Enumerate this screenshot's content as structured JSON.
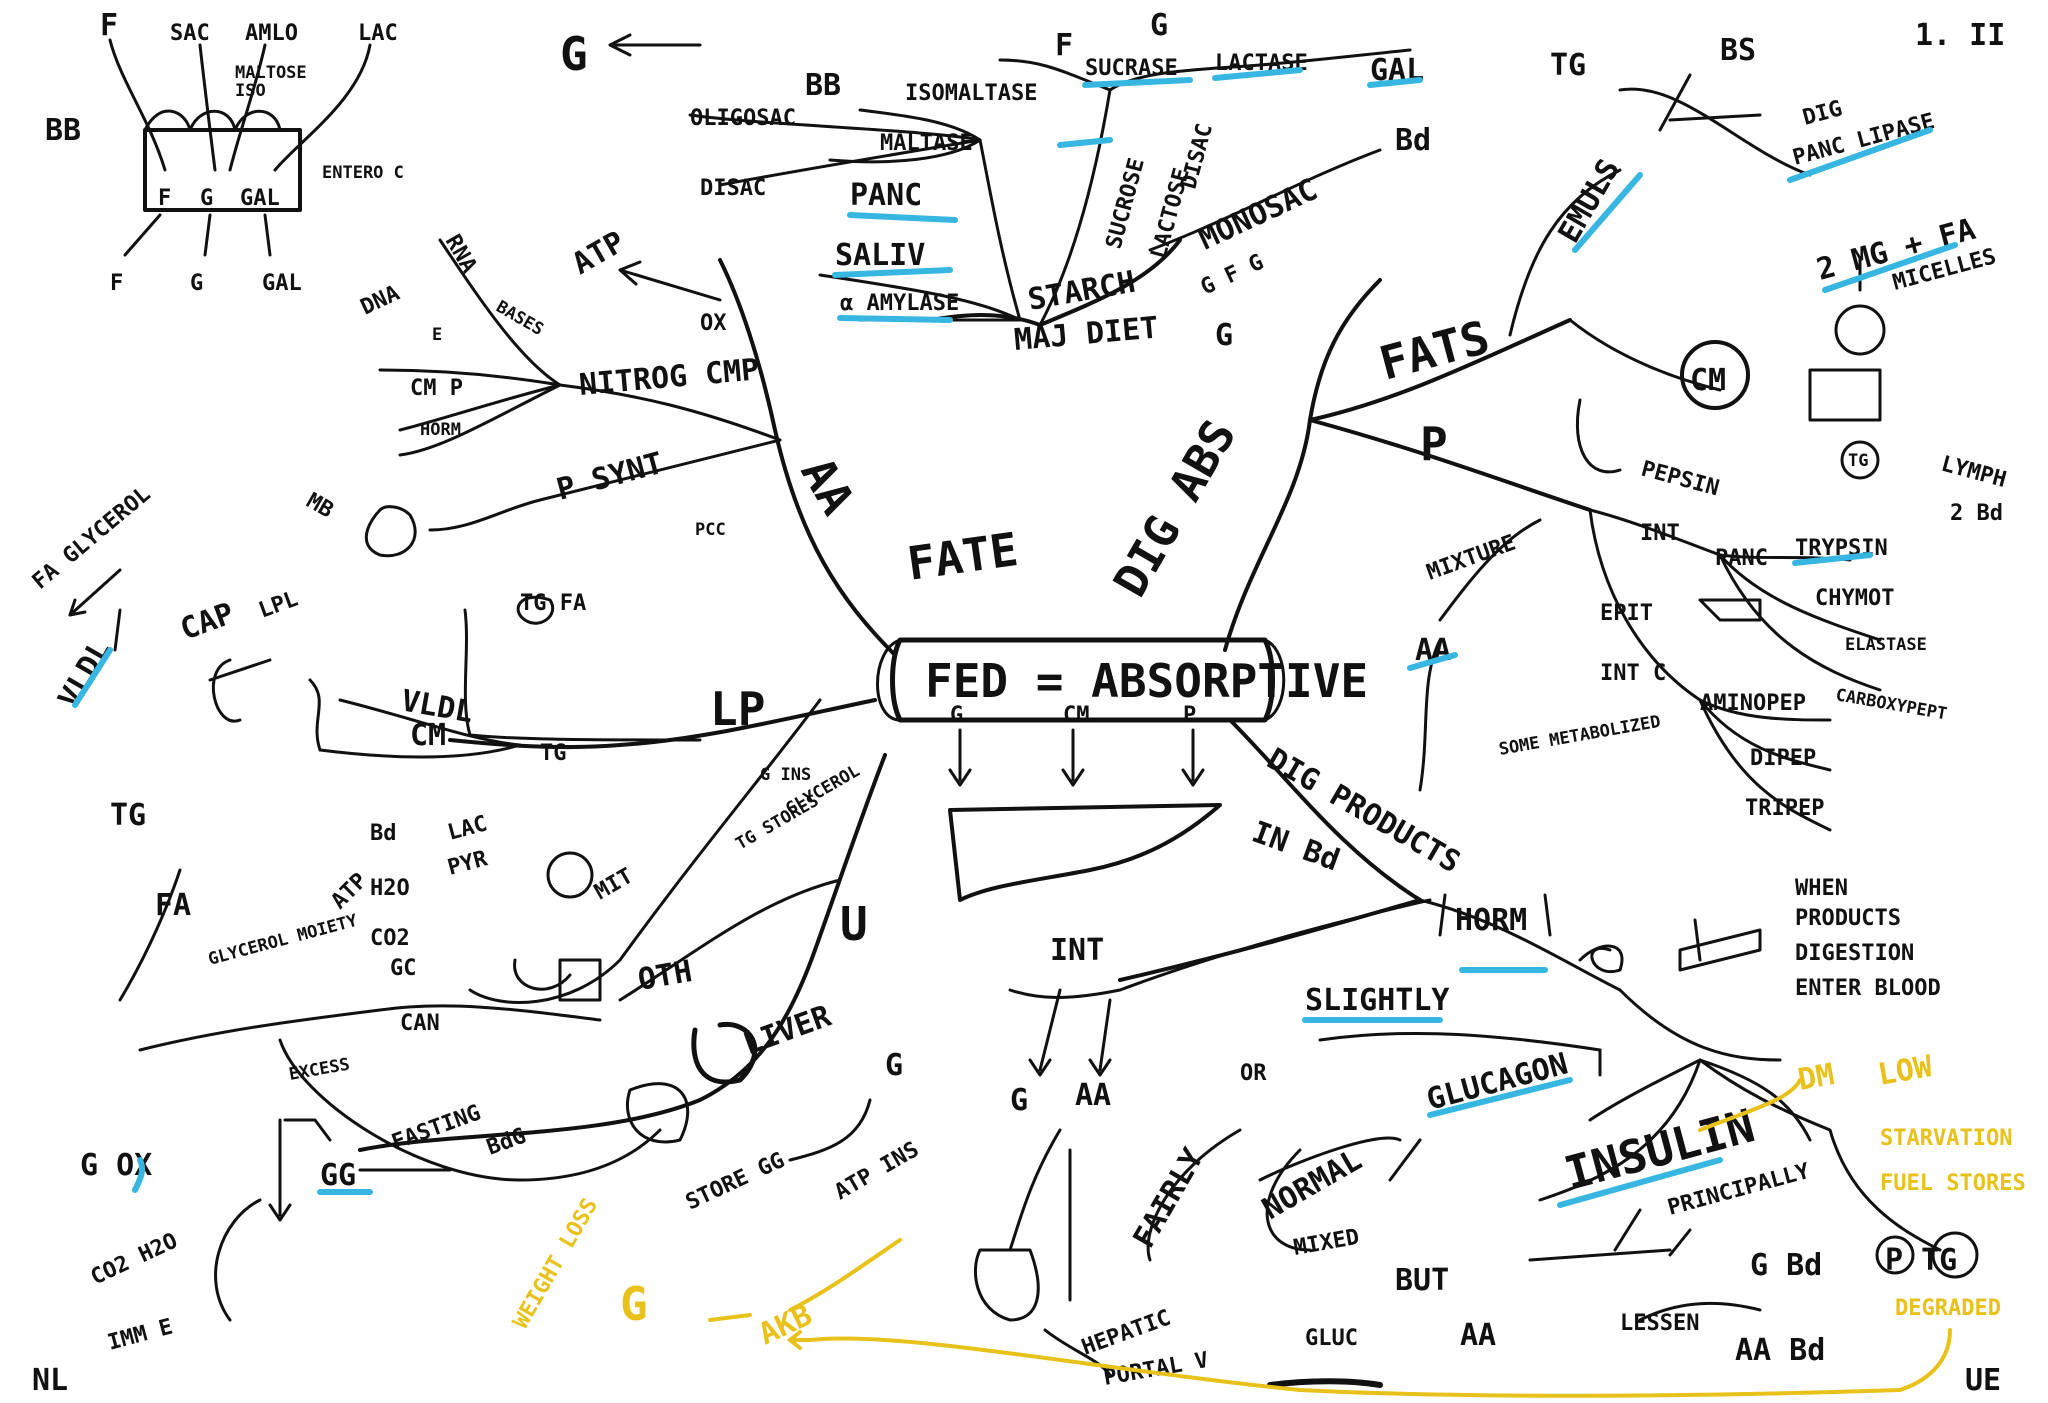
{
  "center": "FED = ABSORPTIVE",
  "center_marks": [
    "G",
    "CM",
    "P"
  ],
  "page_id": "1. II",
  "corners": {
    "bottom_left": "NL",
    "bottom_right": "UE"
  },
  "main_branches": {
    "fate": "FATE",
    "dig_abs": "DIG ABS",
    "aa": "AA",
    "lp": "LP",
    "fats": "FATS",
    "p": "P",
    "carb": "U",
    "diet": "MAJ DIET",
    "digproducts": "DIG PRODUCTS",
    "in_bd": "IN Bd"
  },
  "carbs": {
    "bb": "BB",
    "isomaltase": "ISOMALTASE",
    "maltase": "MALTASE",
    "oligosac": "OLIGOSAC",
    "disac": "DISAC",
    "panc": "PANC",
    "saliv": "SALIV",
    "amylase": "α AMYLASE",
    "starch": "STARCH",
    "sucrase": "SUCRASE",
    "lactase": "LACTASE",
    "gal": "GAL",
    "g": "G",
    "f": "F",
    "sucrose": "SUCROSE",
    "lactose": "LACTOSE",
    "disac2": "DISAC",
    "monosac": "MONOSAC",
    "bd": "Bd",
    "gfg": "G F G",
    "g2": "G",
    "to_g": "G"
  },
  "bb_box": {
    "title": "BB",
    "f": "F",
    "sac": "SAC",
    "amlo": "AMLO",
    "lac": "LAC",
    "maltose": "MALTOSE",
    "iso": "ISO",
    "enterocyte": "ENTERO C",
    "inner": [
      "F",
      "G",
      "GAL"
    ],
    "outs": [
      "F",
      "G",
      "GAL"
    ]
  },
  "aa_branch": {
    "atp": "ATP",
    "ox": "OX",
    "dna": "DNA",
    "rna": "RNA",
    "bases": "BASES",
    "e": "E",
    "cm_p": "CM P",
    "horm": "HORM",
    "nitrog": "NITROG CMP",
    "p_synt": "P SYNT",
    "mb": "MB",
    "pcc": "PCC"
  },
  "lp_branch": {
    "tg_fa": "TG FA",
    "vldl": "VLDL",
    "cm": "CM",
    "tg": "TG",
    "cap": "CAP",
    "lpl": "LPL",
    "fa_glycerol": "FA GLYCEROL",
    "vldl2": "VLDL",
    "tg2": "TG",
    "fa": "FA",
    "glycerol_moiety": "GLYCEROL MOIETY"
  },
  "fats_branch": {
    "tg": "TG",
    "bs": "BS",
    "dig": "DIG",
    "panc_lipase": "PANC LIPASE",
    "emuls": "EMULS",
    "mgfa": "2 MG + FA",
    "micelles": "MICELLES",
    "cm": "CM",
    "tg2": "TG",
    "lymph": "LYMPH",
    "to_bd": "2 Bd"
  },
  "p_branch": {
    "pepsin": "PEPSIN",
    "int": "INT",
    "panc": "PANC",
    "trypsin": "TRYPSIN",
    "chymot": "CHYMOT",
    "elastase": "ELASTASE",
    "carboxypept": "CARBOXYPEPT",
    "mixture": "MIXTURE",
    "aa": "AA",
    "some": "SOME METABOLIZED",
    "epit": "EPIT",
    "int2": "INT C",
    "aminopep": "AMINOPEP",
    "dipep": "DIPEP",
    "tripep": "TRIPEP"
  },
  "liver_branch": {
    "g_ins": "G INS",
    "glycerol": "GLYCEROL",
    "tg_stores": "TG STORES",
    "bd": "Bd",
    "lac": "LAC",
    "pyr": "PYR",
    "atp": "ATP",
    "h2o": "H2O",
    "co2": "CO2",
    "gc": "GC",
    "mit": "MIT",
    "other": "OTH",
    "liver": "LIVER",
    "can": "CAN",
    "excess": "EXCESS",
    "fasting": "FASTING",
    "bdg": "BdG",
    "gg": "GG",
    "g_ox": "G OX",
    "co2h2o": "CO2 H2O",
    "imm_e": "IMM E",
    "store_gg": "STORE GG",
    "a_ins": "ATP INS",
    "g_ins2": "G"
  },
  "horm_branch": {
    "horm": "HORM",
    "when": [
      "WHEN",
      "PRODUCTS",
      "DIGESTION",
      "ENTER BLOOD"
    ],
    "slightly": "SLIGHTLY",
    "glucagon": "GLUCAGON",
    "or": "OR",
    "fairly": "FAIRLY",
    "normal": "NORMAL",
    "mixed": "MIXED",
    "insulin": "INSULIN",
    "principally": "PRINCIPALLY",
    "g_bd": "G Bd",
    "but": "BUT",
    "gluc": "GLUC",
    "aa": "AA",
    "lessen": "LESSEN",
    "aa_bd": "AA Bd",
    "p_tg": "P TG"
  },
  "int_branch": {
    "int": "INT",
    "g": "G",
    "aa": "AA",
    "hepatic": "HEPATIC",
    "portal": "PORTAL V"
  },
  "yellow_notes": {
    "dm": "DM",
    "low": "LOW",
    "starvation": "STARVATION",
    "fuel_stores": "FUEL STORES",
    "degraded": "DEGRADED",
    "weight_loss": "WEIGHT LOSS",
    "g": "G",
    "keto": "AKB"
  },
  "colors": {
    "ink": "#111111",
    "highlight_blue": "#36b6e0",
    "highlight_yellow": "#e8c21a"
  }
}
